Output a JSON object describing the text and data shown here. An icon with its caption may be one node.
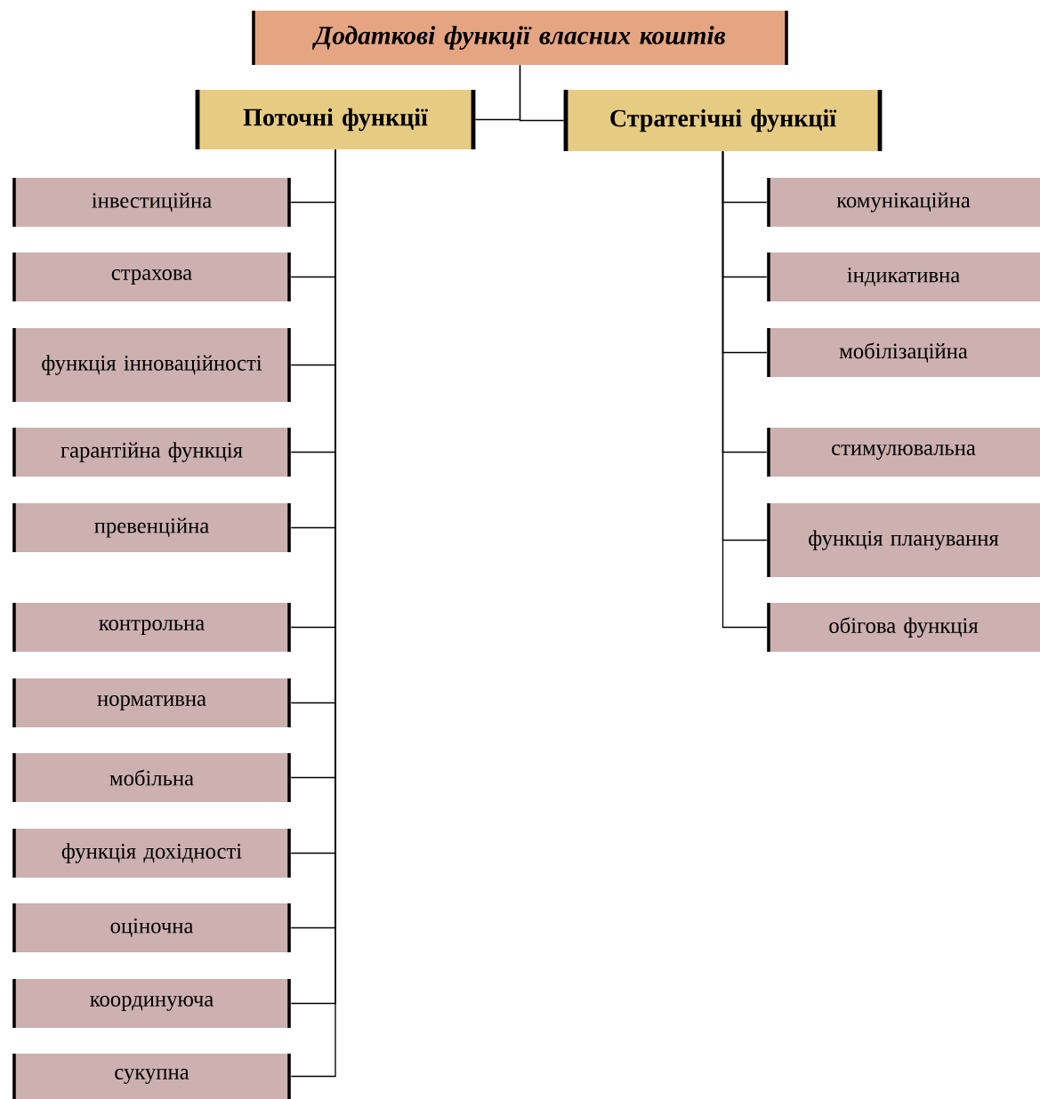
{
  "diagram": {
    "nodes": [
      {
        "text": [
          "Додаткові функції власних коштів"
        ]
      },
      {
        "text": [
          "Поточні функції"
        ]
      },
      {
        "text": [
          "Стратегічні функції"
        ]
      },
      {
        "text": [
          "інвестиційна"
        ]
      },
      {
        "text": [
          "страхова"
        ]
      },
      {
        "text": [
          "функція інноваційності"
        ]
      },
      {
        "text": [
          "гарантійна функція"
        ]
      },
      {
        "text": [
          "превенційна"
        ]
      },
      {
        "text": [
          "контрольна"
        ]
      },
      {
        "text": [
          "нормативна"
        ]
      },
      {
        "text": [
          "мобільна"
        ]
      },
      {
        "text": [
          "функція дохідності"
        ]
      },
      {
        "text": [
          "оціночна"
        ]
      },
      {
        "text": [
          "координуюча"
        ]
      },
      {
        "text": [
          "сукупна"
        ]
      },
      {
        "text": [
          "комунікаційна"
        ]
      },
      {
        "text": [
          "індикативна"
        ]
      },
      {
        "text": [
          "мобілізаційна"
        ]
      },
      {
        "text": [
          "стимулювальна"
        ]
      },
      {
        "text": [
          "функція планування"
        ]
      },
      {
        "text": [
          "обігова функція"
        ]
      }
    ],
    "edges": [
      {
        "from": 0,
        "to": 1,
        "arrow": "none"
      },
      {
        "from": 0,
        "to": 2,
        "arrow": "none"
      },
      {
        "from": 1,
        "to": 3,
        "arrow": "none"
      },
      {
        "from": 1,
        "to": 4,
        "arrow": "none"
      },
      {
        "from": 1,
        "to": 5,
        "arrow": "none"
      },
      {
        "from": 1,
        "to": 6,
        "arrow": "none"
      },
      {
        "from": 1,
        "to": 7,
        "arrow": "none"
      },
      {
        "from": 1,
        "to": 8,
        "arrow": "none"
      },
      {
        "from": 1,
        "to": 9,
        "arrow": "none"
      },
      {
        "from": 1,
        "to": 10,
        "arrow": "none"
      },
      {
        "from": 1,
        "to": 11,
        "arrow": "none"
      },
      {
        "from": 1,
        "to": 12,
        "arrow": "none"
      },
      {
        "from": 1,
        "to": 13,
        "arrow": "none"
      },
      {
        "from": 1,
        "to": 14,
        "arrow": "none"
      },
      {
        "from": 2,
        "to": 15,
        "arrow": "none"
      },
      {
        "from": 2,
        "to": 16,
        "arrow": "none"
      },
      {
        "from": 2,
        "to": 17,
        "arrow": "none"
      },
      {
        "from": 2,
        "to": 18,
        "arrow": "none"
      },
      {
        "from": 2,
        "to": 19,
        "arrow": "none"
      },
      {
        "from": 2,
        "to": 20,
        "arrow": "none"
      }
    ]
  }
}
